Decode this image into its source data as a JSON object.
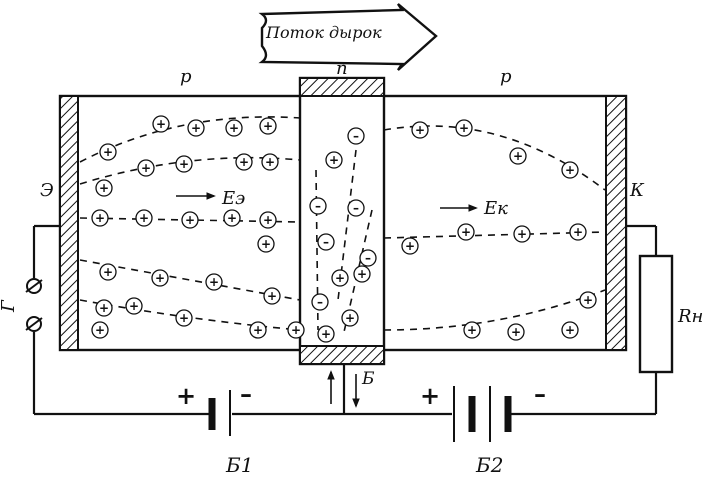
{
  "labels": {
    "flow_arrow": "Поток дырок",
    "region_p_left": "p",
    "region_n": "n",
    "region_p_right": "p",
    "emitter": "Э",
    "collector": "К",
    "field_emitter": "Eэ",
    "field_collector": "Eк",
    "generator": "Г",
    "load_resistor": "Rн",
    "base": "Б",
    "battery_1": "Б1",
    "battery_2": "Б2",
    "plus_1": "+",
    "minus_1": "–",
    "plus_2": "+",
    "minus_2": "–"
  },
  "carriers": {
    "hole_symbol": "+",
    "electron_symbol": "–"
  }
}
